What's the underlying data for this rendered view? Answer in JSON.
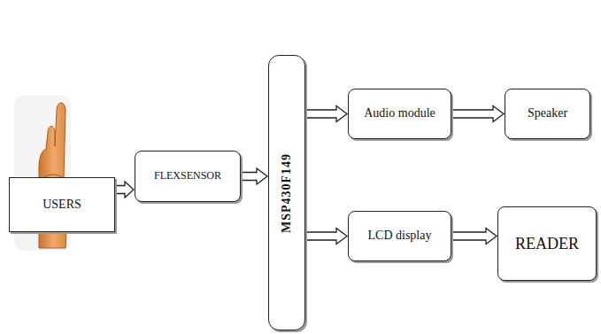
{
  "diagram": {
    "nodes": [
      {
        "text": [
          "USERS"
        ]
      },
      {
        "text": [
          "FLEXSENSOR"
        ]
      },
      {
        "text": [
          "MSP430F149"
        ]
      },
      {
        "text": [
          "Audio module"
        ]
      },
      {
        "text": [
          "Speaker"
        ]
      },
      {
        "text": [
          "LCD display"
        ]
      },
      {
        "text": [
          "READER"
        ]
      }
    ],
    "edges": [
      {
        "from": 0,
        "to": 1,
        "arrow": "to"
      },
      {
        "from": 1,
        "to": 2,
        "arrow": "to"
      },
      {
        "from": 2,
        "to": 3,
        "arrow": "to"
      },
      {
        "from": 3,
        "to": 4,
        "arrow": "to"
      },
      {
        "from": 2,
        "to": 5,
        "arrow": "to"
      },
      {
        "from": 5,
        "to": 6,
        "arrow": "to"
      }
    ]
  }
}
